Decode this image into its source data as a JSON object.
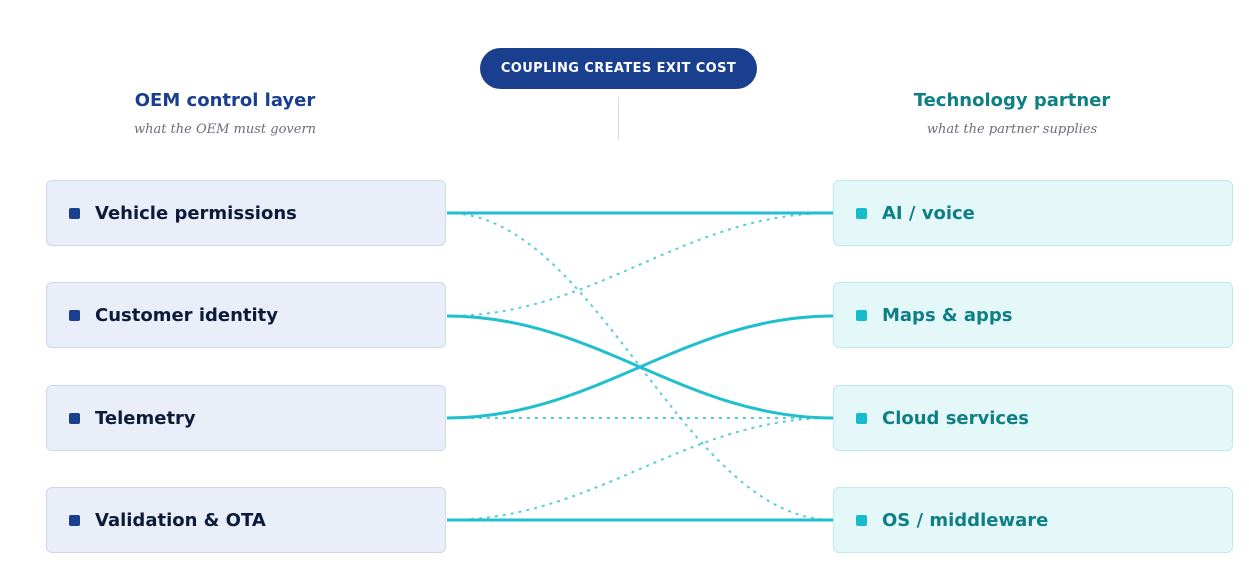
{
  "badge": "COUPLING CREATES EXIT COST",
  "left_column": {
    "title": "OEM control layer",
    "subtitle": "what the OEM must govern",
    "items": [
      "Vehicle permissions",
      "Customer identity",
      "Telemetry",
      "Validation & OTA"
    ]
  },
  "right_column": {
    "title": "Technology partner",
    "subtitle": "what the partner supplies",
    "items": [
      "AI / voice",
      "Maps & apps",
      "Cloud services",
      "OS / middleware"
    ]
  },
  "links": [
    {
      "from": 0,
      "to": 0,
      "style": "solid"
    },
    {
      "from": 0,
      "to": 3,
      "style": "dotted"
    },
    {
      "from": 1,
      "to": 0,
      "style": "dotted"
    },
    {
      "from": 1,
      "to": 2,
      "style": "solid"
    },
    {
      "from": 2,
      "to": 1,
      "style": "solid"
    },
    {
      "from": 2,
      "to": 2,
      "style": "dotted"
    },
    {
      "from": 3,
      "to": 2,
      "style": "dotted"
    },
    {
      "from": 3,
      "to": 3,
      "style": "solid"
    }
  ],
  "colors": {
    "oem_accent": "#1b3f8f",
    "partner_accent": "#0f7f86",
    "link": "#1fbfcd"
  }
}
